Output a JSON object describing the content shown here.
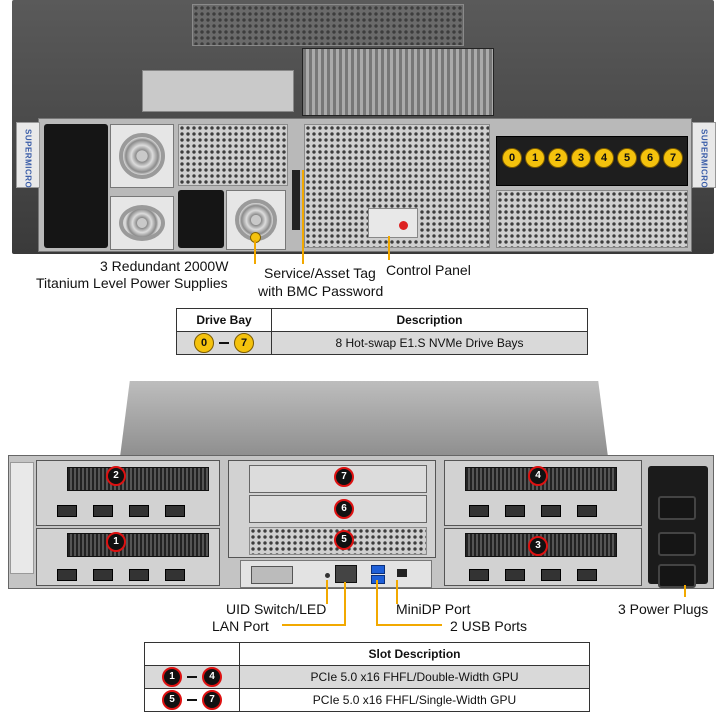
{
  "front": {
    "brand_ear": "SUPERMICRO",
    "bay_numbers": [
      "0",
      "1",
      "2",
      "3",
      "4",
      "5",
      "6",
      "7"
    ],
    "labels": {
      "psu_line1": "3 Redundant 2000W",
      "psu_line2": "Titanium Level Power Supplies",
      "service_line1": "Service/Asset Tag",
      "service_line2": "with BMC Password",
      "control_panel": "Control Panel"
    },
    "callout_color": "#f2a900"
  },
  "drive_table": {
    "headers": [
      "Drive Bay",
      "Description"
    ],
    "row": {
      "from": "0",
      "to": "7",
      "description": "8 Hot-swap E1.S NVMe Drive Bays"
    }
  },
  "rear": {
    "gpu_numbers": {
      "top_left": "2",
      "bottom_left": "1",
      "top_right": "4",
      "bottom_right": "3",
      "mid_top": "7",
      "mid_mid": "6",
      "mid_bottom": "5"
    },
    "labels": {
      "uid": "UID Switch/LED",
      "lan": "LAN Port",
      "minidp": "MiniDP Port",
      "usb": "2 USB Ports",
      "power": "3 Power Plugs"
    }
  },
  "slot_table": {
    "header": "Slot Description",
    "rows": [
      {
        "from": "1",
        "to": "4",
        "description": "PCIe 5.0 x16 FHFL/Double-Width GPU"
      },
      {
        "from": "5",
        "to": "7",
        "description": "PCIe 5.0 x16 FHFL/Single-Width GPU"
      }
    ]
  }
}
